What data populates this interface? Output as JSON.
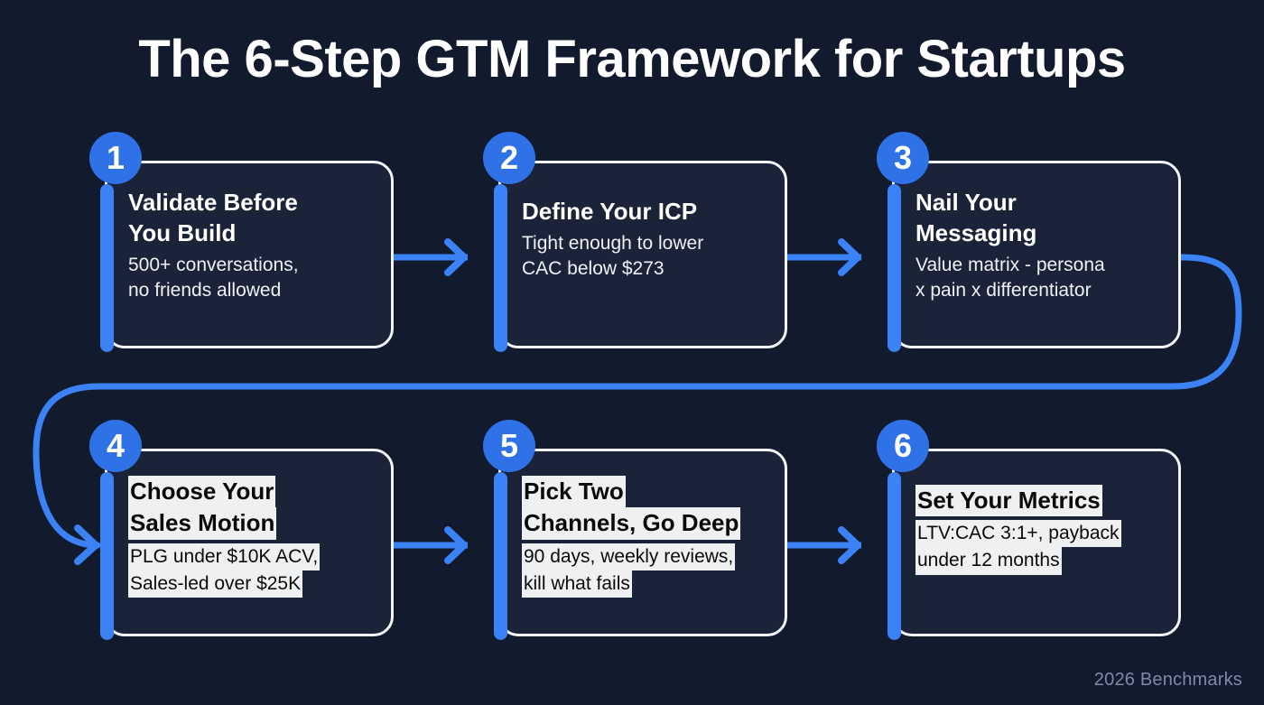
{
  "page": {
    "title": "The 6-Step GTM Framework for Startups",
    "footer_note": "2026 Benchmarks",
    "background_color": "#121a2e",
    "card_background_color": "#1a2338",
    "card_border_color": "#f2f4f8",
    "accent_color": "#3b82f6",
    "badge_color": "#2f72e8",
    "highlight_color": "#eef0f2",
    "highlight_text_color": "#0a0a0a",
    "footer_color": "#7d8ba6"
  },
  "steps": [
    {
      "number": "1",
      "title_lines": [
        "Validate Before",
        "You Build"
      ],
      "desc_lines": [
        "500+ conversations,",
        "no friends allowed"
      ],
      "highlighted": false
    },
    {
      "number": "2",
      "title_lines": [
        "Define Your ICP"
      ],
      "desc_lines": [
        "Tight enough to lower",
        "CAC below $273"
      ],
      "highlighted": false
    },
    {
      "number": "3",
      "title_lines": [
        "Nail Your",
        "Messaging"
      ],
      "desc_lines": [
        "Value matrix - persona",
        "x pain x differentiator"
      ],
      "highlighted": false
    },
    {
      "number": "4",
      "title_lines": [
        "Choose Your",
        "Sales Motion"
      ],
      "desc_lines": [
        "PLG under $10K ACV,",
        "Sales-led over $25K"
      ],
      "highlighted": true
    },
    {
      "number": "5",
      "title_lines": [
        "Pick Two",
        "Channels, Go Deep"
      ],
      "desc_lines": [
        "90 days, weekly reviews,",
        "kill what fails"
      ],
      "highlighted": true
    },
    {
      "number": "6",
      "title_lines": [
        "Set Your Metrics"
      ],
      "desc_lines": [
        "LTV:CAC 3:1+, payback",
        "under 12 months"
      ],
      "highlighted": true
    }
  ],
  "connectors": [
    {
      "name": "arrow-step1-to-step2",
      "kind": "straight-arrow"
    },
    {
      "name": "arrow-step2-to-step3",
      "kind": "straight-arrow"
    },
    {
      "name": "arrow-step3-to-step4",
      "kind": "wrap-around-arrow"
    },
    {
      "name": "arrow-step4-to-step5",
      "kind": "straight-arrow"
    },
    {
      "name": "arrow-step5-to-step6",
      "kind": "straight-arrow"
    }
  ]
}
